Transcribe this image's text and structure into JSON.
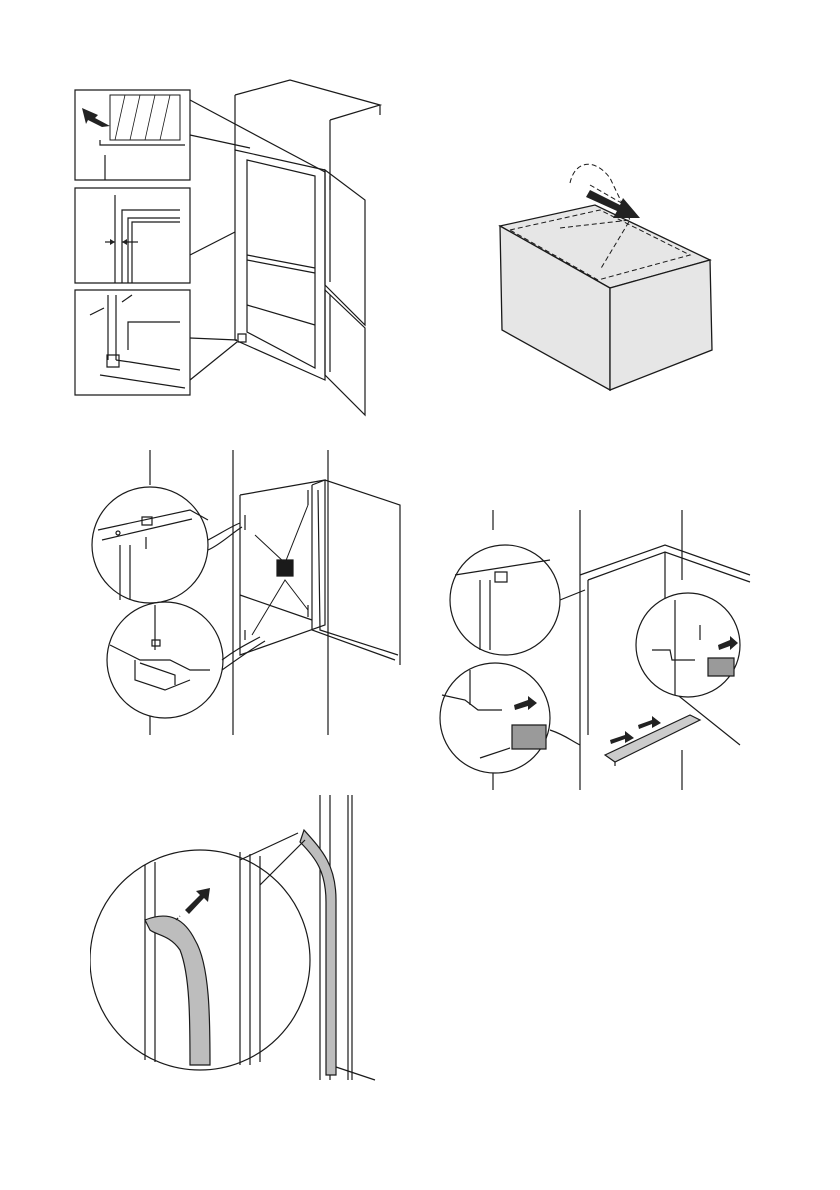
{
  "page": {
    "figures": [
      {
        "id": "fridge-cabinet",
        "kind": "illustration"
      },
      {
        "id": "packaging-box",
        "kind": "illustration"
      },
      {
        "id": "hinge-screws",
        "kind": "illustration"
      },
      {
        "id": "hinge-covers",
        "kind": "illustration"
      },
      {
        "id": "door-seal",
        "kind": "illustration"
      }
    ]
  },
  "icons": {
    "arrow": "arrow-icon",
    "screw": "screw-icon",
    "cover-block": "cover-block-icon"
  },
  "colors": {
    "line": "#1a1a1a",
    "arrow": "#222222",
    "cover_fill": "#9a9a9a",
    "box_fill": "#e6e6e6",
    "seal_fill": "#bdbdbd",
    "marker": "#1a1a1a"
  }
}
